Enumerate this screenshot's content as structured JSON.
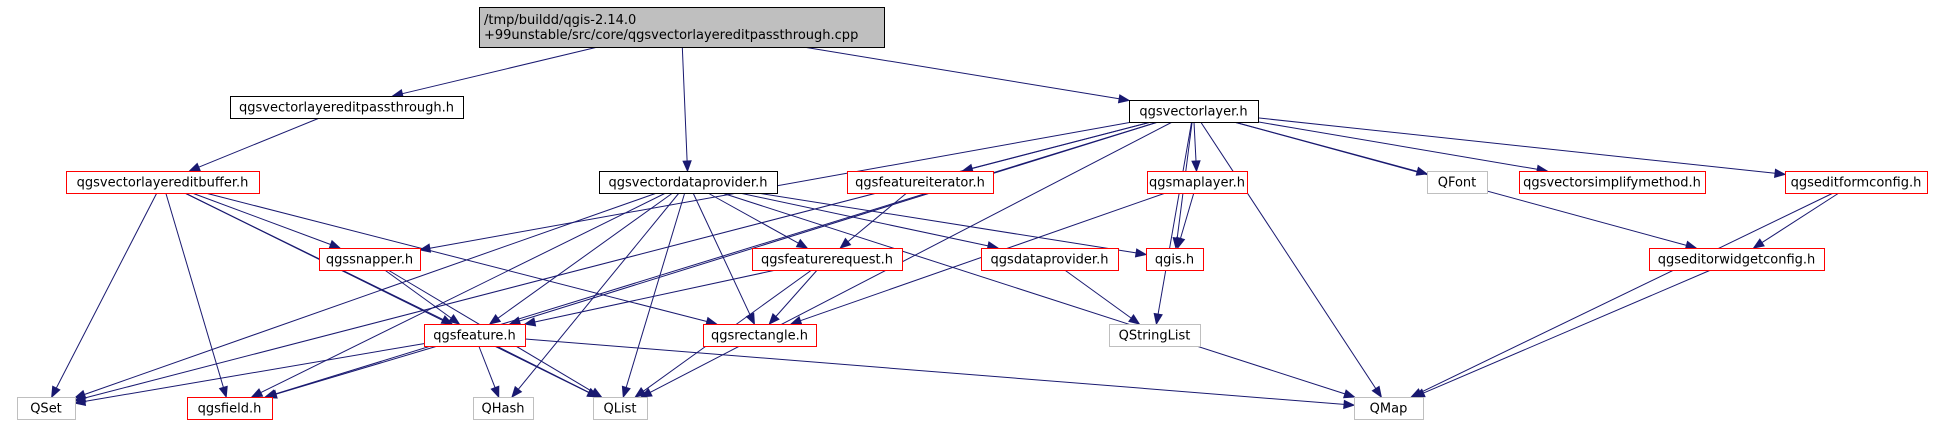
{
  "diagram": {
    "nodes": [
      {
        "id": "root",
        "label_lines": [
          "/tmp/buildd/qgis-2.14.0",
          "+99unstable/src/core/qgsvectorlayereditpassthrough.cpp"
        ],
        "style": "root"
      },
      {
        "id": "passthrough_h",
        "label_lines": [
          "qgsvectorlayereditpassthrough.h"
        ],
        "style": "black"
      },
      {
        "id": "vectorlayer_h",
        "label_lines": [
          "qgsvectorlayer.h"
        ],
        "style": "black"
      },
      {
        "id": "vectordataprovider_h",
        "label_lines": [
          "qgsvectordataprovider.h"
        ],
        "style": "black"
      },
      {
        "id": "editbuffer_h",
        "label_lines": [
          "qgsvectorlayereditbuffer.h"
        ],
        "style": "red"
      },
      {
        "id": "featureiterator_h",
        "label_lines": [
          "qgsfeatureiterator.h"
        ],
        "style": "red"
      },
      {
        "id": "maplayer_h",
        "label_lines": [
          "qgsmaplayer.h"
        ],
        "style": "red"
      },
      {
        "id": "qfont",
        "label_lines": [
          "QFont"
        ],
        "style": "gray"
      },
      {
        "id": "simplify_h",
        "label_lines": [
          "qgsvectorsimplifymethod.h"
        ],
        "style": "red"
      },
      {
        "id": "editformconfig_h",
        "label_lines": [
          "qgseditformconfig.h"
        ],
        "style": "red"
      },
      {
        "id": "snapper_h",
        "label_lines": [
          "qgssnapper.h"
        ],
        "style": "red"
      },
      {
        "id": "featurerequest_h",
        "label_lines": [
          "qgsfeaturerequest.h"
        ],
        "style": "red"
      },
      {
        "id": "dataprovider_h",
        "label_lines": [
          "qgsdataprovider.h"
        ],
        "style": "red"
      },
      {
        "id": "qgis_h",
        "label_lines": [
          "qgis.h"
        ],
        "style": "red"
      },
      {
        "id": "editorwidgetconfig_h",
        "label_lines": [
          "qgseditorwidgetconfig.h"
        ],
        "style": "red"
      },
      {
        "id": "feature_h",
        "label_lines": [
          "qgsfeature.h"
        ],
        "style": "red"
      },
      {
        "id": "rectangle_h",
        "label_lines": [
          "qgsrectangle.h"
        ],
        "style": "red"
      },
      {
        "id": "qstringlist",
        "label_lines": [
          "QStringList"
        ],
        "style": "gray"
      },
      {
        "id": "qset",
        "label_lines": [
          "QSet"
        ],
        "style": "gray"
      },
      {
        "id": "field_h",
        "label_lines": [
          "qgsfield.h"
        ],
        "style": "red"
      },
      {
        "id": "qhash",
        "label_lines": [
          "QHash"
        ],
        "style": "gray"
      },
      {
        "id": "qlist",
        "label_lines": [
          "QList"
        ],
        "style": "gray"
      },
      {
        "id": "qmap",
        "label_lines": [
          "QMap"
        ],
        "style": "gray"
      }
    ],
    "edges": [
      {
        "from": "root",
        "to": "passthrough_h"
      },
      {
        "from": "root",
        "to": "vectordataprovider_h"
      },
      {
        "from": "root",
        "to": "vectorlayer_h"
      },
      {
        "from": "passthrough_h",
        "to": "editbuffer_h"
      },
      {
        "from": "vectorlayer_h",
        "to": "qset"
      },
      {
        "from": "vectorlayer_h",
        "to": "field_h"
      },
      {
        "from": "vectorlayer_h",
        "to": "feature_h"
      },
      {
        "from": "vectorlayer_h",
        "to": "snapper_h"
      },
      {
        "from": "vectorlayer_h",
        "to": "featureiterator_h"
      },
      {
        "from": "vectorlayer_h",
        "to": "qgis_h"
      },
      {
        "from": "vectorlayer_h",
        "to": "maplayer_h"
      },
      {
        "from": "vectorlayer_h",
        "to": "qstringlist"
      },
      {
        "from": "vectorlayer_h",
        "to": "qlist"
      },
      {
        "from": "vectorlayer_h",
        "to": "qmap"
      },
      {
        "from": "vectorlayer_h",
        "to": "qfont"
      },
      {
        "from": "vectorlayer_h",
        "to": "simplify_h"
      },
      {
        "from": "vectorlayer_h",
        "to": "editformconfig_h"
      },
      {
        "from": "vectorlayer_h",
        "to": "editorwidgetconfig_h"
      },
      {
        "from": "editbuffer_h",
        "to": "qset"
      },
      {
        "from": "editbuffer_h",
        "to": "field_h"
      },
      {
        "from": "editbuffer_h",
        "to": "snapper_h"
      },
      {
        "from": "editbuffer_h",
        "to": "feature_h"
      },
      {
        "from": "editbuffer_h",
        "to": "qlist"
      },
      {
        "from": "editbuffer_h",
        "to": "rectangle_h"
      },
      {
        "from": "vectordataprovider_h",
        "to": "qset"
      },
      {
        "from": "vectordataprovider_h",
        "to": "field_h"
      },
      {
        "from": "vectordataprovider_h",
        "to": "feature_h"
      },
      {
        "from": "vectordataprovider_h",
        "to": "qhash"
      },
      {
        "from": "vectordataprovider_h",
        "to": "qlist"
      },
      {
        "from": "vectordataprovider_h",
        "to": "rectangle_h"
      },
      {
        "from": "vectordataprovider_h",
        "to": "featurerequest_h"
      },
      {
        "from": "vectordataprovider_h",
        "to": "dataprovider_h"
      },
      {
        "from": "vectordataprovider_h",
        "to": "qgis_h"
      },
      {
        "from": "vectordataprovider_h",
        "to": "qmap"
      },
      {
        "from": "featureiterator_h",
        "to": "featurerequest_h"
      },
      {
        "from": "maplayer_h",
        "to": "qgis_h"
      },
      {
        "from": "maplayer_h",
        "to": "rectangle_h"
      },
      {
        "from": "editformconfig_h",
        "to": "editorwidgetconfig_h"
      },
      {
        "from": "editformconfig_h",
        "to": "qmap"
      },
      {
        "from": "snapper_h",
        "to": "feature_h"
      },
      {
        "from": "snapper_h",
        "to": "qlist"
      },
      {
        "from": "featurerequest_h",
        "to": "feature_h"
      },
      {
        "from": "featurerequest_h",
        "to": "rectangle_h"
      },
      {
        "from": "featurerequest_h",
        "to": "qlist"
      },
      {
        "from": "dataprovider_h",
        "to": "qstringlist"
      },
      {
        "from": "editorwidgetconfig_h",
        "to": "qmap"
      },
      {
        "from": "feature_h",
        "to": "qset"
      },
      {
        "from": "feature_h",
        "to": "field_h"
      },
      {
        "from": "feature_h",
        "to": "qhash"
      },
      {
        "from": "feature_h",
        "to": "qlist"
      },
      {
        "from": "feature_h",
        "to": "qmap"
      }
    ]
  },
  "colors": {
    "edge": "#191970",
    "root_fill": "#bfbfbf",
    "root_border": "#000000",
    "black_border": "#000000",
    "red_border": "#ff0000",
    "gray_border": "#bfbfbf",
    "text": "#000000",
    "gray_text": "#000000"
  }
}
